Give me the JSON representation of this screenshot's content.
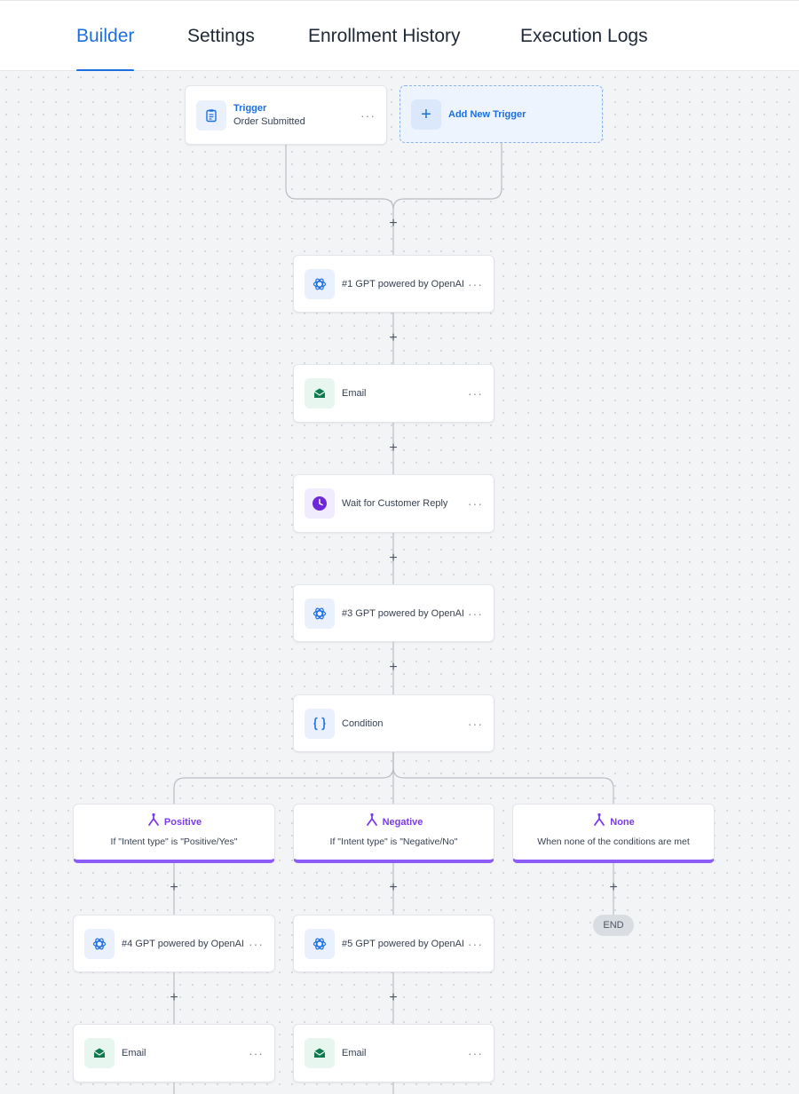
{
  "tabs": [
    {
      "label": "Builder",
      "active": true
    },
    {
      "label": "Settings",
      "active": false
    },
    {
      "label": "Enrollment History",
      "active": false
    },
    {
      "label": "Execution Logs",
      "active": false
    }
  ],
  "trigger": {
    "title": "Trigger",
    "subtitle": "Order Submitted",
    "icon": "clipboard-icon"
  },
  "add_trigger": {
    "label": "Add New Trigger",
    "icon": "plus-icon"
  },
  "steps": [
    {
      "label": "#1 GPT powered by OpenAI",
      "icon": "openai-icon"
    },
    {
      "label": "Email",
      "icon": "email-icon"
    },
    {
      "label": "Wait for Customer Reply",
      "icon": "clock-icon"
    },
    {
      "label": "#3 GPT powered by OpenAI",
      "icon": "openai-icon"
    },
    {
      "label": "Condition",
      "icon": "braces-icon"
    }
  ],
  "branches": [
    {
      "title": "Positive",
      "description": "If \"Intent type\" is \"Positive/Yes\""
    },
    {
      "title": "Negative",
      "description": "If \"Intent type\" is \"Negative/No\""
    },
    {
      "title": "None",
      "description": "When none of the conditions are met"
    }
  ],
  "positive_steps": [
    {
      "label": "#4 GPT powered by OpenAI",
      "icon": "openai-icon"
    },
    {
      "label": "Email",
      "icon": "email-icon"
    }
  ],
  "negative_steps": [
    {
      "label": "#5 GPT powered by OpenAI",
      "icon": "openai-icon"
    },
    {
      "label": "Email",
      "icon": "email-icon"
    }
  ],
  "end_label": "END",
  "menu_glyph": "···",
  "plus_glyph": "+",
  "colors": {
    "accent": "#1d6fe0",
    "branch": "#8b5cf6",
    "email": "#0f7a4f",
    "wait": "#6d28d9"
  }
}
